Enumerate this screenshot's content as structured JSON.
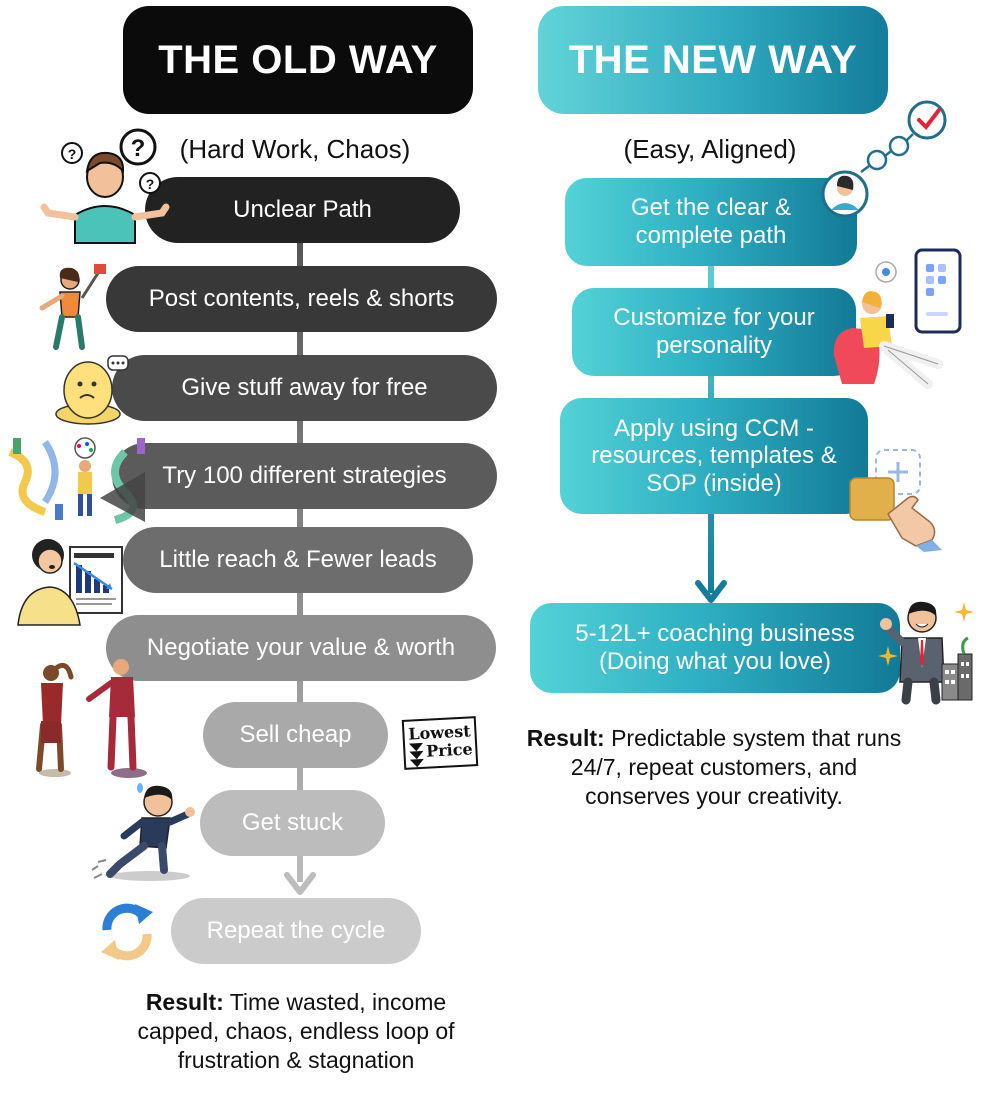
{
  "old_way": {
    "title": "THE OLD WAY",
    "subtitle": "(Hard Work, Chaos)",
    "steps": [
      "Unclear Path",
      "Post contents, reels & shorts",
      "Give stuff away for free",
      "Try 100 different strategies",
      "Little reach & Fewer leads",
      "Negotiate your value & worth",
      "Sell cheap",
      "Get stuck",
      "Repeat the cycle"
    ],
    "result_label": "Result:",
    "result_text": " Time wasted, income capped, chaos, endless loop of frustration & stagnation",
    "badge_line1": "Lowest",
    "badge_line2": "Price"
  },
  "new_way": {
    "title": "THE NEW WAY",
    "subtitle": "(Easy, Aligned)",
    "steps": [
      "Get the clear & complete path",
      "Customize for your personality",
      "Apply using CCM - resources, templates & SOP (inside)",
      "5-12L+ coaching business (Doing what you love)"
    ],
    "result_label": "Result:",
    "result_text": " Predictable system that runs 24/7, repeat customers, and conserves your creativity."
  },
  "colors": {
    "old_header": "#0b0b0b",
    "new_header_start": "#62d3d8",
    "new_header_end": "#137d9b",
    "old_steps": [
      "#222222",
      "#383838",
      "#4a4a4a",
      "#5b5b5b",
      "#6d6d6d",
      "#8e8e8e",
      "#a9a9a9",
      "#bcbcbc",
      "#cbcbcb"
    ],
    "new_connector": "#3aaec4"
  },
  "icons": [
    "confused-person-icon",
    "selfie-person-icon",
    "sad-blob-icon",
    "maze-paths-icon",
    "worried-woman-chart-icon",
    "arguing-people-icon",
    "lowest-price-badge-icon",
    "stuck-running-man-icon",
    "cycle-arrows-icon",
    "checklist-path-icon",
    "phone-woman-icon",
    "pointing-hand-icon",
    "success-businessman-icon"
  ]
}
